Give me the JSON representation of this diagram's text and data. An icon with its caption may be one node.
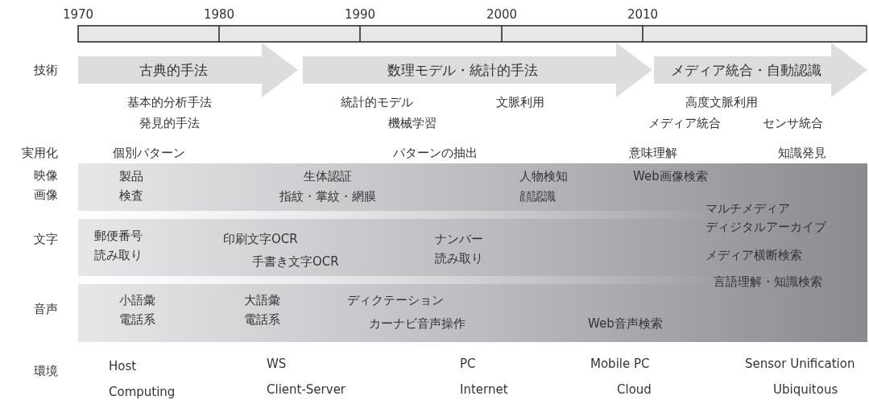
{
  "diagram": {
    "nodes": [
      {
        "text": [
          "古典的手法"
        ]
      },
      {
        "text": [
          "数理モデル・統計的手法"
        ]
      },
      {
        "text": [
          "メディア統合・自動認識"
        ]
      },
      {
        "text": [
          "製品検査",
          "生体認証",
          "指紋・掌紋・網膜",
          "人物検知",
          "顔認識",
          "Web画像検索",
          "マルチメディア",
          "ディジタルアーカイブ",
          "郵便番号読み取り",
          "印刷文字OCR",
          "手書き文字OCR",
          "ナンバー読み取り",
          "メディア横断検索",
          "言語理解・知識検索",
          "小語彙電話系",
          "大語彙電話系",
          "ディクテーション",
          "カーナビ音声操作",
          "Web音声検索"
        ]
      }
    ],
    "labels": [
      "1970",
      "1980",
      "1990",
      "2000",
      "2010",
      "技術",
      "基本的分析手法",
      "統計的モデル",
      "文脈利用",
      "高度文脈利用",
      "発見的手法",
      "機械学習",
      "メディア統合",
      "センサ統合",
      "実用化",
      "個別パターン",
      "パターンの抽出",
      "意味理解",
      "知識発見",
      "映像画像",
      "文字",
      "音声",
      "環境",
      "Host Computing",
      "WS",
      "PC",
      "Mobile PC",
      "Sensor Unification",
      "Client-Server",
      "Internet",
      "Cloud",
      "Ubiquitous"
    ]
  }
}
